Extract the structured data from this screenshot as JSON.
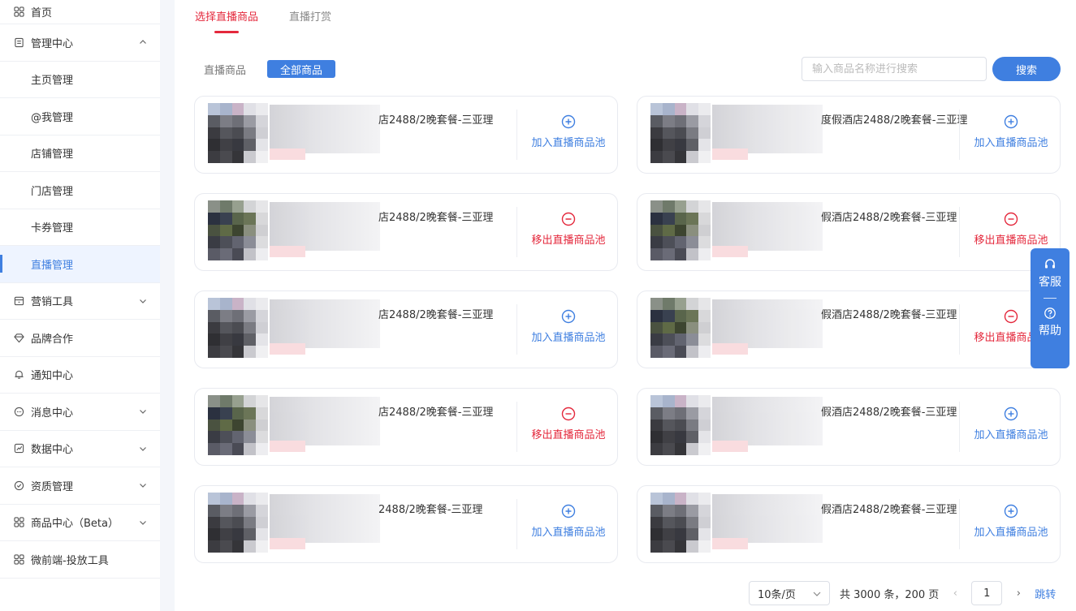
{
  "sidebar": {
    "items": [
      {
        "label": "首页",
        "icon": "grid-icon",
        "type": "top"
      },
      {
        "label": "管理中心",
        "icon": "document-icon",
        "type": "parent",
        "expanded": true
      },
      {
        "label": "主页管理",
        "type": "sub"
      },
      {
        "label": "@我管理",
        "type": "sub"
      },
      {
        "label": "店铺管理",
        "type": "sub"
      },
      {
        "label": "门店管理",
        "type": "sub"
      },
      {
        "label": "卡券管理",
        "type": "sub"
      },
      {
        "label": "直播管理",
        "type": "sub",
        "active": true
      },
      {
        "label": "营销工具",
        "icon": "calendar-icon",
        "type": "parent"
      },
      {
        "label": "品牌合作",
        "icon": "diamond-icon",
        "type": "single"
      },
      {
        "label": "通知中心",
        "icon": "bell-icon",
        "type": "single"
      },
      {
        "label": "消息中心",
        "icon": "chat-icon",
        "type": "parent"
      },
      {
        "label": "数据中心",
        "icon": "chart-icon",
        "type": "parent"
      },
      {
        "label": "资质管理",
        "icon": "shield-check-icon",
        "type": "parent"
      },
      {
        "label": "商品中心（Beta）",
        "icon": "grid-icon",
        "type": "parent"
      },
      {
        "label": "微前端-投放工具",
        "icon": "grid-icon",
        "type": "single"
      }
    ]
  },
  "tabs": [
    {
      "label": "选择直播商品",
      "active": true
    },
    {
      "label": "直播打赏",
      "active": false
    }
  ],
  "filters": [
    {
      "label": "直播商品",
      "active": false
    },
    {
      "label": "全部商品",
      "active": true
    }
  ],
  "search": {
    "placeholder": "输入商品名称进行搜索",
    "button_label": "搜索"
  },
  "actions": {
    "add_label": "加入直播商品池",
    "remove_label": "移出直播商品池"
  },
  "products": [
    {
      "title": "店2488/2晚套餐-三亚理",
      "action": "add"
    },
    {
      "title": "度假酒店2488/2晚套餐-三亚理",
      "action": "add"
    },
    {
      "title": "店2488/2晚套餐-三亚理",
      "action": "remove"
    },
    {
      "title": "假酒店2488/2晚套餐-三亚理",
      "action": "remove"
    },
    {
      "title": "店2488/2晚套餐-三亚理",
      "action": "add"
    },
    {
      "title": "假酒店2488/2晚套餐-三亚理",
      "action": "remove"
    },
    {
      "title": "店2488/2晚套餐-三亚理",
      "action": "remove"
    },
    {
      "title": "假酒店2488/2晚套餐-三亚理",
      "action": "add"
    },
    {
      "title": "2488/2晚套餐-三亚理",
      "action": "add"
    },
    {
      "title": "假酒店2488/2晚套餐-三亚理",
      "action": "add"
    }
  ],
  "pagination": {
    "page_size": "10条/页",
    "total": "共 3000 条，200 页",
    "prev": "‹",
    "current": "1",
    "next": "›",
    "jump": "跳转"
  },
  "float_panel": {
    "service": "客服",
    "help": "帮助"
  },
  "colors": {
    "accent": "#3f7fe0",
    "danger": "#e4283c"
  }
}
